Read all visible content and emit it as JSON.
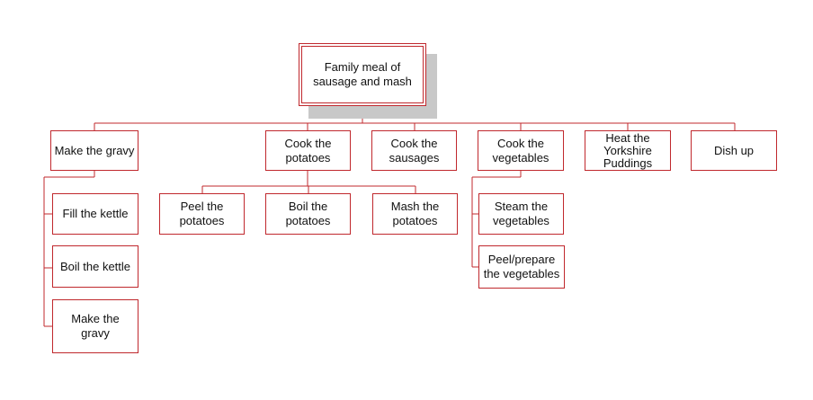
{
  "diagram": {
    "root": {
      "label": "Family meal of\nsausage and mash"
    },
    "level1": [
      {
        "id": "make-the-gravy",
        "label": "Make the gravy"
      },
      {
        "id": "cook-the-potatoes",
        "label": "Cook the\npotatoes"
      },
      {
        "id": "cook-the-sausages",
        "label": "Cook the\nsausages"
      },
      {
        "id": "cook-the-vegetables",
        "label": "Cook the\nvegetables"
      },
      {
        "id": "heat-the-yorkshire-puddings",
        "label": "Heat the\nYorkshire\nPuddings"
      },
      {
        "id": "dish-up",
        "label": "Dish up"
      }
    ],
    "gravy_children": [
      {
        "label": "Fill the kettle"
      },
      {
        "label": "Boil the kettle"
      },
      {
        "label": "Make the gravy"
      }
    ],
    "potato_children": [
      {
        "label": "Peel the\npotatoes"
      },
      {
        "label": "Boil the\npotatoes"
      },
      {
        "label": "Mash the\npotatoes"
      }
    ],
    "vegetable_children": [
      {
        "label": "Steam the\nvegetables"
      },
      {
        "label": "Peel/prepare\nthe vegetables"
      }
    ],
    "colors": {
      "line": "#c0282d",
      "shadow": "#c8c8c8",
      "text": "#111111"
    }
  }
}
